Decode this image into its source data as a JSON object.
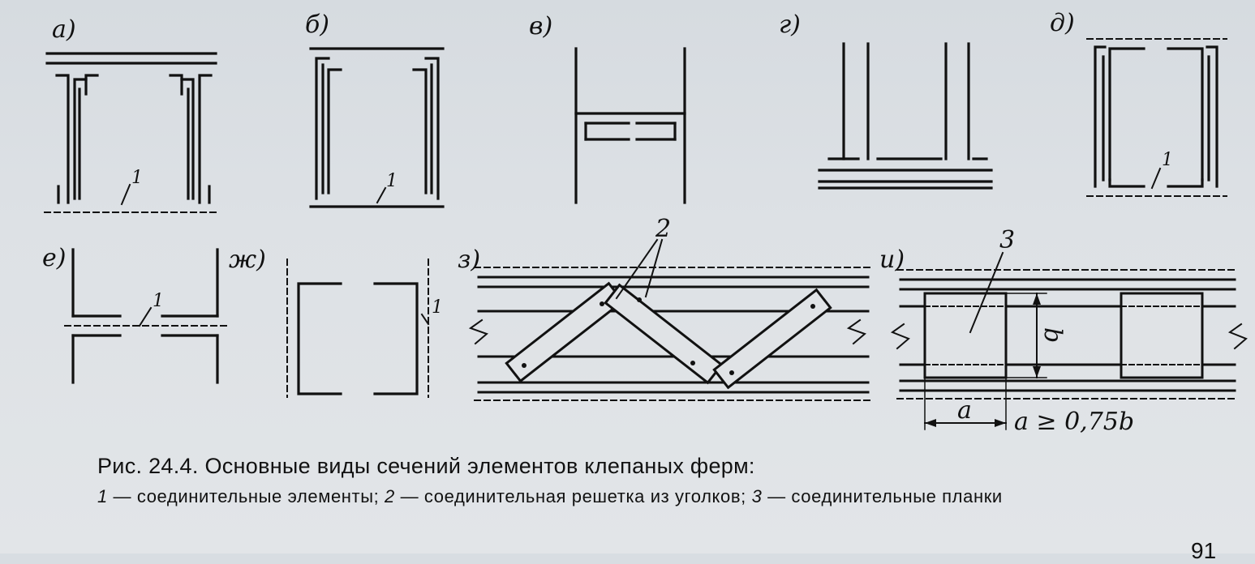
{
  "figure": {
    "labels": {
      "a": "а)",
      "b": "б)",
      "v": "в)",
      "g": "г)",
      "d": "д)",
      "e": "е)",
      "zh": "ж)",
      "z": "з)",
      "i": "и)"
    },
    "callouts": {
      "one": "1",
      "two": "2",
      "three": "3"
    },
    "dimensions": {
      "a": "a",
      "b": "b",
      "condition": "a ≥ 0,75b"
    }
  },
  "caption": {
    "title": "Рис. 24.4. Основные виды сечений элементов клепаных ферм:",
    "legend": [
      {
        "num": "1",
        "text": " — соединительные элементы; "
      },
      {
        "num": "2",
        "text": " — соединительная решетка из уголков; "
      },
      {
        "num": "3",
        "text": " — соединительные планки"
      }
    ]
  },
  "page_number": "91"
}
